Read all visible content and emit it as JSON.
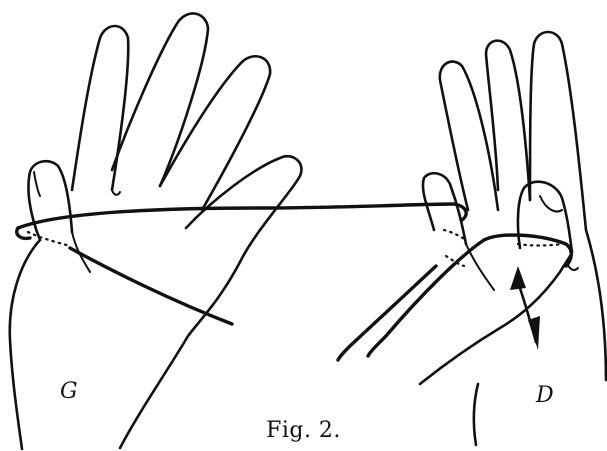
{
  "labels": {
    "left_hand": "G",
    "right_hand": "D"
  },
  "caption": "Fig. 2.",
  "colors": {
    "ink": "#111111",
    "paper": "#ffffff"
  }
}
